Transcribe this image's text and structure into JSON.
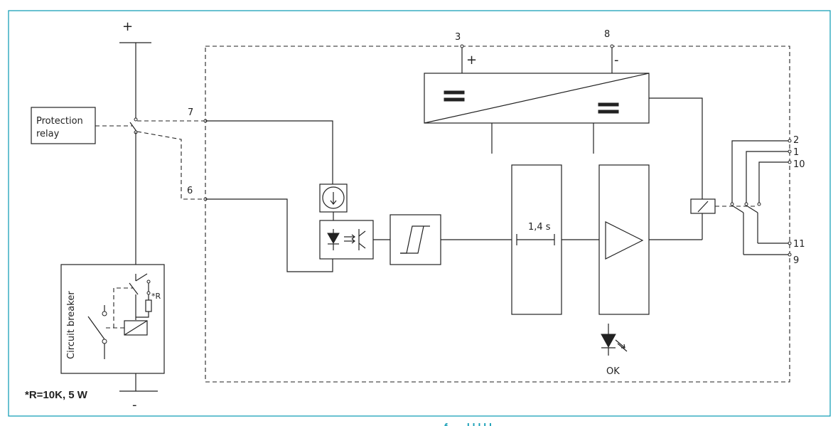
{
  "labels": {
    "plus_supply": "+",
    "minus_supply": "-",
    "protection_relay": [
      "Protection",
      "relay"
    ],
    "circuit_breaker": "Circuit breaker",
    "resistor_ref": "*R",
    "resistor_note": "*R=10K, 5 W",
    "terminal_3": "3",
    "terminal_8": "8",
    "converter_plus": "+",
    "converter_minus": "-",
    "terminal_7": "7",
    "terminal_6": "6",
    "delay": "1,4 s",
    "ok_led": "OK",
    "terminal_2": "2",
    "terminal_1": "1",
    "terminal_10": "10",
    "terminal_11": "11",
    "terminal_9": "9"
  },
  "colors": {
    "frame": "#1aa0b8",
    "line": "#222222"
  }
}
